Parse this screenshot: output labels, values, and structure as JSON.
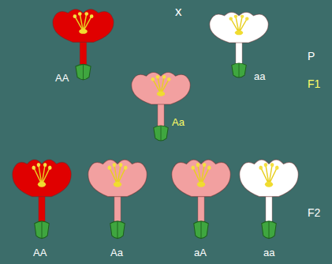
{
  "diagram": {
    "labels": [
      "x",
      "P",
      "AA",
      "aa",
      "F1",
      "Aa",
      "AA",
      "Aa",
      "aA",
      "aa",
      "F2"
    ]
  }
}
